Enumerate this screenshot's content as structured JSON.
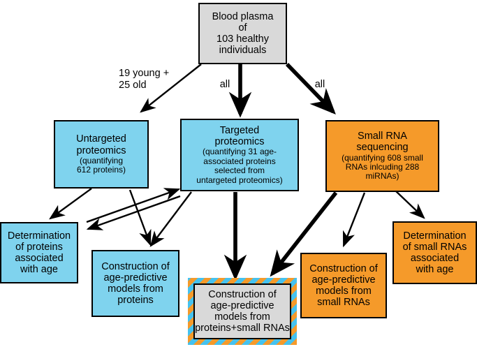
{
  "figure": {
    "type": "flowchart",
    "background": "#ffffff",
    "palette": {
      "proteomics_blue": "#7fd3ee",
      "small_rna_orange": "#f59a2a",
      "neutral_gray": "#d9d9d9",
      "outline": "#000000"
    }
  },
  "nodes": [
    {
      "id": "blood-plasma",
      "color": "gray",
      "main": "Blood plasma\nof\n103 healthy\nindividuals",
      "sub": ""
    },
    {
      "id": "untargeted-proteomics",
      "color": "blue",
      "main": "Untargeted\nproteomics",
      "sub": "(quantifying\n612 proteins)"
    },
    {
      "id": "targeted-proteomics",
      "color": "blue",
      "main": "Targeted\nproteomics",
      "sub": "(quantifying 31 age-\nassociated proteins\nselected from\nuntargeted proteomics)"
    },
    {
      "id": "small-rna-sequencing",
      "color": "orange",
      "main": "Small RNA\nsequencing",
      "sub": "(quantifying 608 small\nRNAs inlcuding 288\nmiRNAs)"
    },
    {
      "id": "determination-proteins-age",
      "color": "blue",
      "main": "Determination\nof proteins\nassociated\nwith age",
      "sub": ""
    },
    {
      "id": "models-from-proteins",
      "color": "blue",
      "main": "Construction of\nage-predictive\nmodels from\nproteins",
      "sub": ""
    },
    {
      "id": "models-from-proteins-and-small-rnas",
      "color": "striped",
      "main": "Construction of\nage-predictive\nmodels from\nproteins+small RNAs",
      "sub": ""
    },
    {
      "id": "models-from-small-rnas",
      "color": "orange",
      "main": "Construction of\nage-predictive\nmodels from\nsmall RNAs",
      "sub": ""
    },
    {
      "id": "determination-small-rnas-age",
      "color": "orange",
      "main": "Determination\nof small RNAs\nassociated\nwith age",
      "sub": ""
    }
  ],
  "edge_labels": {
    "left": "19 young +\n25 old",
    "middle": "all",
    "right": "all"
  }
}
